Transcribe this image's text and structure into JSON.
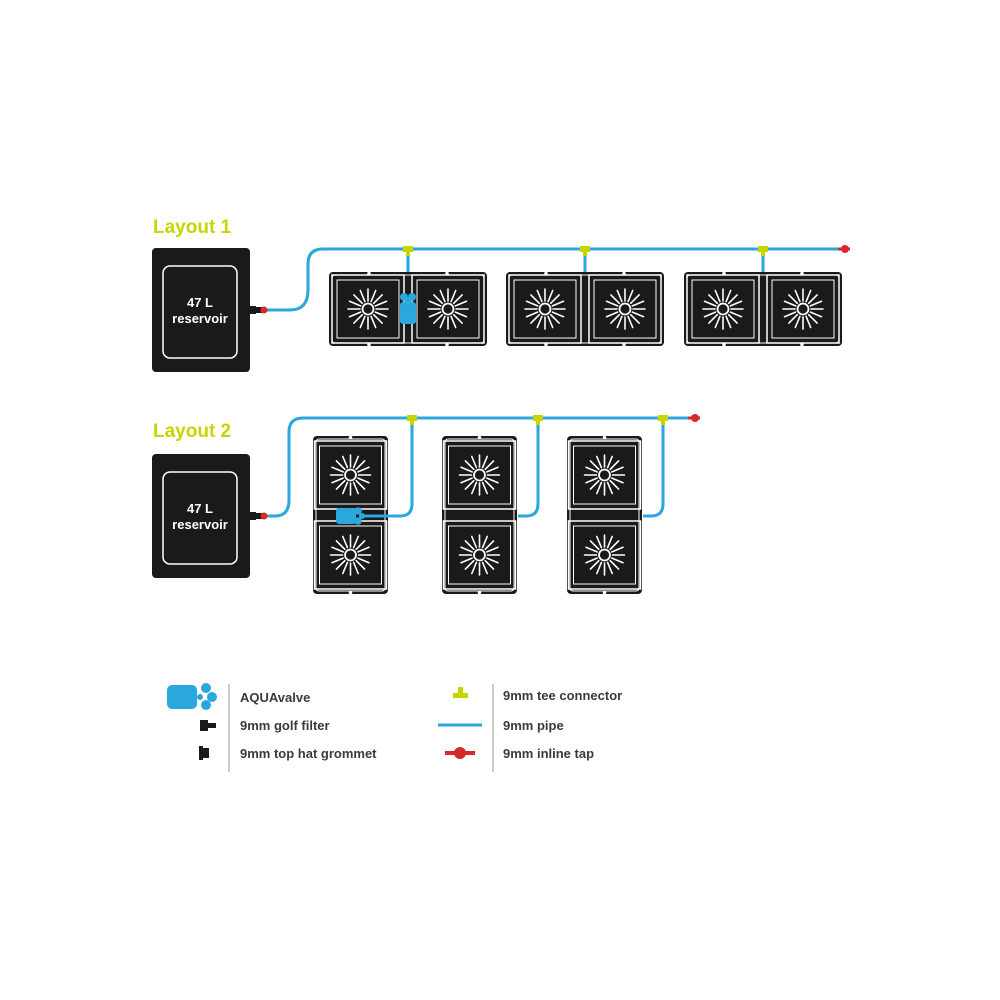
{
  "colors": {
    "accent": "#c8d400",
    "pipe": "#2aa7dc",
    "valve": "#2aa7dc",
    "tap": "#d42a2a",
    "tray": "#1a1a1a",
    "text": "#3a3a3a"
  },
  "layouts": [
    {
      "title": "Layout 1",
      "reservoir": {
        "line1": "47 L",
        "line2": "reservoir"
      }
    },
    {
      "title": "Layout 2",
      "reservoir": {
        "line1": "47 L",
        "line2": "reservoir"
      }
    }
  ],
  "legend": {
    "left": [
      {
        "icon": "aquavalve-icon",
        "label": "AQUAvalve"
      },
      {
        "icon": "golf-filter-icon",
        "label": "9mm golf filter"
      },
      {
        "icon": "top-hat-grommet-icon",
        "label": "9mm top hat grommet"
      }
    ],
    "right": [
      {
        "icon": "tee-connector-icon",
        "label": "9mm tee connector"
      },
      {
        "icon": "pipe-icon",
        "label": "9mm pipe"
      },
      {
        "icon": "inline-tap-icon",
        "label": "9mm inline tap"
      }
    ]
  }
}
